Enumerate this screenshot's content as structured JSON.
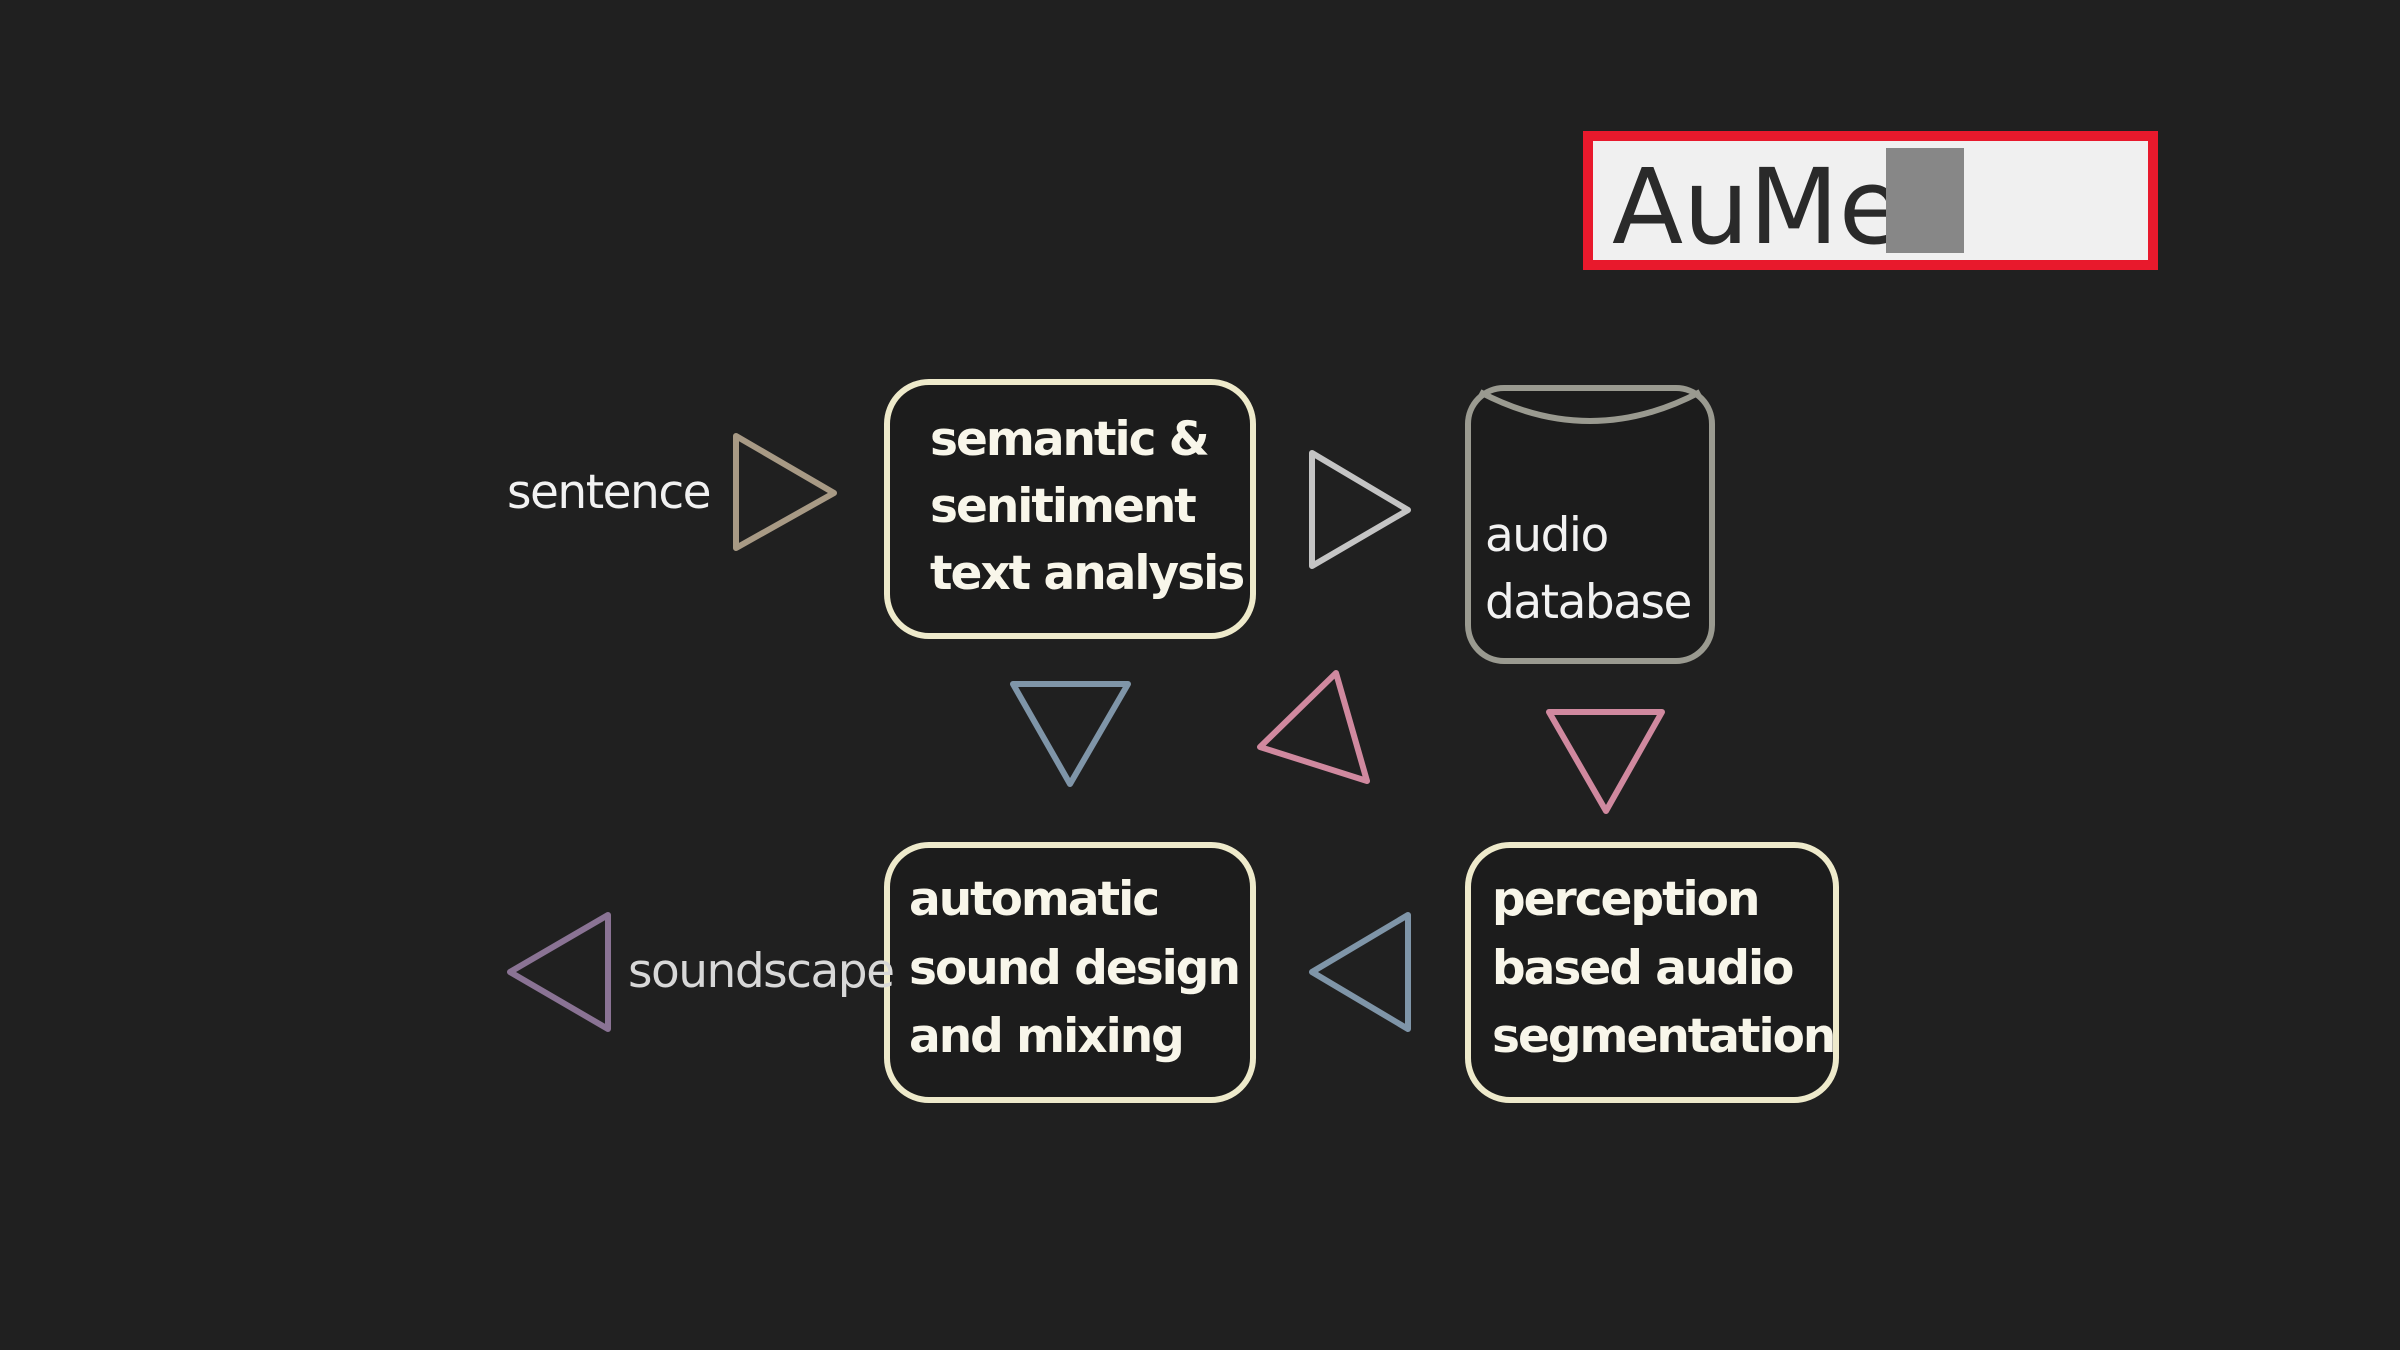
{
  "logo": {
    "text": "AuMe"
  },
  "inputs": {
    "sentence": "sentence"
  },
  "outputs": {
    "soundscape": "soundscape"
  },
  "nodes": {
    "text_analysis": [
      "semantic &",
      "senitiment",
      "text analysis"
    ],
    "audio_database": [
      "audio",
      "database"
    ],
    "sound_design": [
      "automatic",
      "sound design",
      "and mixing"
    ],
    "segmentation": [
      "perception",
      "based audio",
      "segmentation"
    ]
  },
  "colors": {
    "background": "#202020",
    "box_border": "#eeeacb",
    "database_border": "#9a9a90",
    "logo_border": "#e8192c",
    "arrow_tan": "#a89a85",
    "arrow_gray": "#c4c4c4",
    "arrow_blue": "#7f95a8",
    "arrow_pink": "#d0899f",
    "arrow_purple": "#8a7394"
  }
}
